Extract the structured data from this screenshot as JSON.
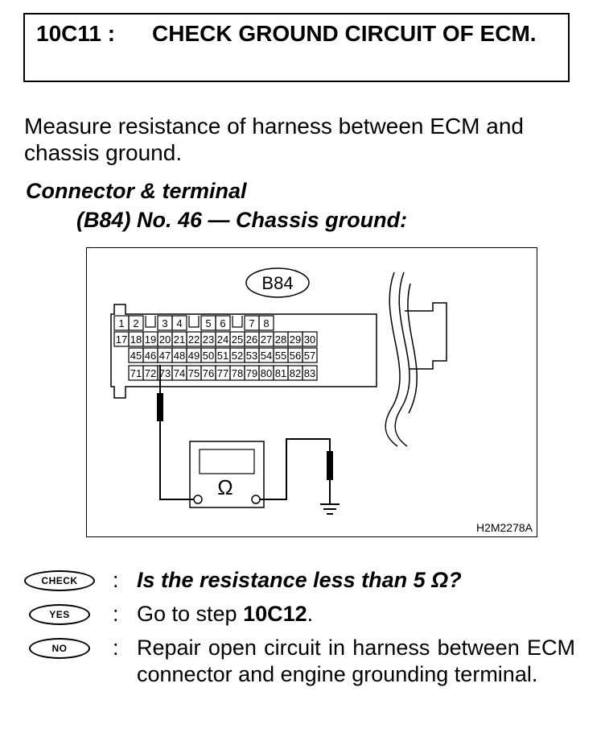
{
  "step": {
    "id": "10C11 :",
    "title": "CHECK GROUND CIRCUIT OF ECM."
  },
  "intro": "Measure resistance of harness between ECM and chassis ground.",
  "connector": {
    "label": "Connector & terminal",
    "terminal": "(B84) No. 46 — Chassis ground:"
  },
  "figure": {
    "connector_name": "B84",
    "meter_symbol": "Ω",
    "code": "H2M2278A",
    "rows": [
      [
        "1",
        "2",
        "",
        "3",
        "4",
        "",
        "5",
        "6",
        "",
        "7",
        "8"
      ],
      [
        "17",
        "18",
        "19",
        "20",
        "21",
        "22",
        "23",
        "24",
        "25",
        "26",
        "27",
        "28",
        "29",
        "30"
      ],
      [
        "45",
        "46",
        "47",
        "48",
        "49",
        "50",
        "51",
        "52",
        "53",
        "54",
        "55",
        "56",
        "57"
      ],
      [
        "71",
        "72",
        "73",
        "74",
        "75",
        "76",
        "77",
        "78",
        "79",
        "80",
        "81",
        "82",
        "83"
      ]
    ]
  },
  "check": {
    "badge": "CHECK",
    "colon": ":",
    "question": "Is the resistance less than 5 Ω?"
  },
  "yes": {
    "badge": "YES",
    "colon": ":",
    "prefix": "Go to step ",
    "step": "10C12",
    "suffix": "."
  },
  "no": {
    "badge": "NO",
    "colon": ":",
    "text": "Repair open circuit in harness between ECM connector and engine grounding terminal."
  }
}
